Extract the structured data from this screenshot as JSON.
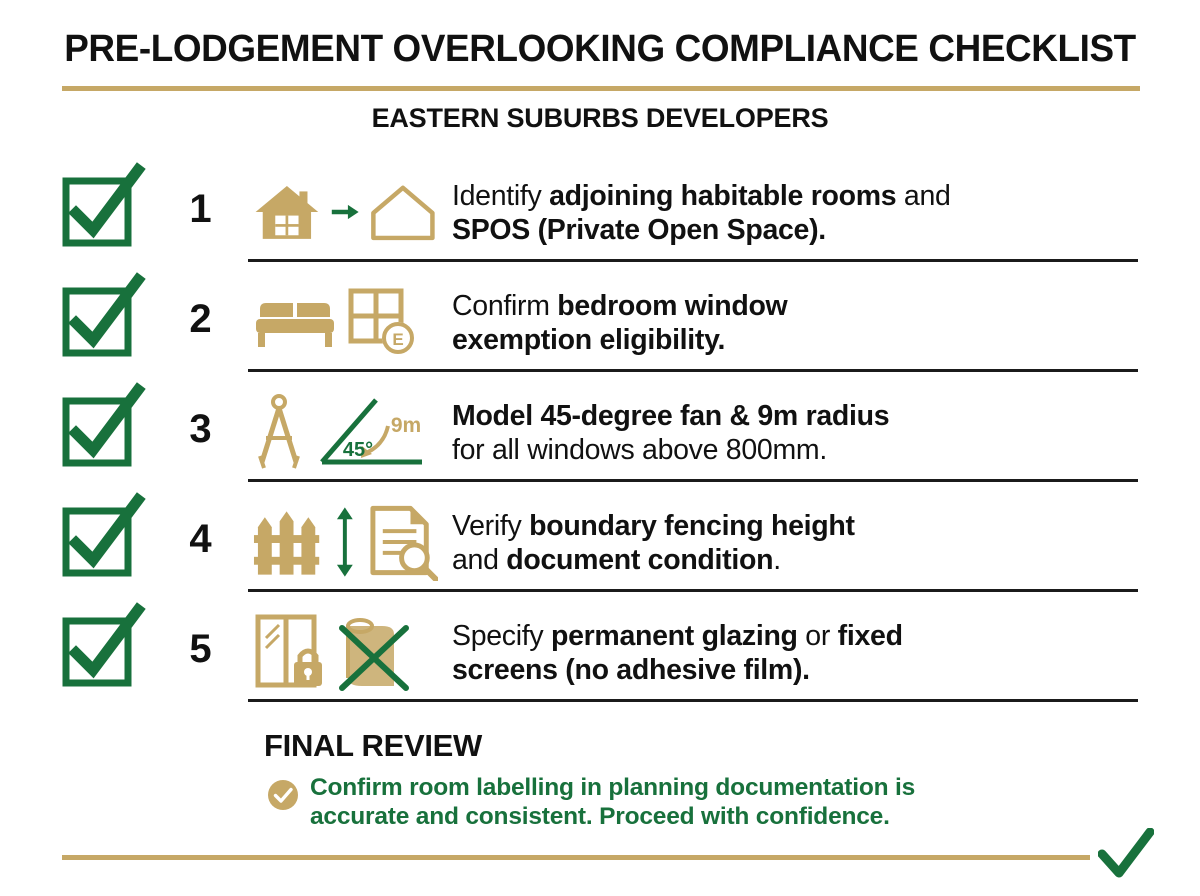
{
  "header": {
    "title": "PRE-LODGEMENT OVERLOOKING COMPLIANCE CHECKLIST",
    "subtitle": "EASTERN SUBURBS DEVELOPERS"
  },
  "colors": {
    "gold": "#c6a866",
    "green": "#18713c",
    "black": "#111111"
  },
  "rows": [
    {
      "number": "1",
      "checkbox": "checked-checkbox-icon",
      "icons": [
        "house-filled-icon",
        "arrow-right-icon",
        "house-outline-icon"
      ],
      "line1_pre": "Identify ",
      "line1_bold": "adjoining habitable rooms",
      "line1_post": " and",
      "line2_bold": "SPOS (Private Open Space).",
      "line2_post": ""
    },
    {
      "number": "2",
      "checkbox": "checked-checkbox-icon",
      "icons": [
        "bed-icon",
        "window-exemption-icon"
      ],
      "line1_pre": "Confirm ",
      "line1_bold": "bedroom window",
      "line1_post": "",
      "line2_bold": "exemption eligibility.",
      "line2_post": ""
    },
    {
      "number": "3",
      "checkbox": "checked-checkbox-icon",
      "icons": [
        "compass-divider-icon",
        "angle-45-fan-icon"
      ],
      "line1_pre": "",
      "line1_bold": "Model 45-degree fan & 9m radius",
      "line1_post": "",
      "line2_bold": "",
      "line2_post": "for all windows above 800mm."
    },
    {
      "number": "4",
      "checkbox": "checked-checkbox-icon",
      "icons": [
        "fence-icon",
        "height-arrow-icon",
        "document-search-icon"
      ],
      "line1_pre": "Verify ",
      "line1_bold": "boundary fencing height",
      "line1_post": "",
      "line2_pre": "and ",
      "line2_bold": "document condition",
      "line2_post": "."
    },
    {
      "number": "5",
      "checkbox": "checked-checkbox-icon",
      "icons": [
        "locked-glazed-door-icon",
        "film-roll-prohibited-icon"
      ],
      "line1_pre": "Specify ",
      "line1_bold": "permanent glazing",
      "line1_mid": " or ",
      "line1_bold2": "fixed",
      "line1_post": "",
      "line2_bold": "screens (no adhesive film).",
      "line2_post": ""
    }
  ],
  "final_review": {
    "heading": "FINAL REVIEW",
    "badge": "check-circle-icon",
    "line1": "Confirm room labelling in planning documentation is",
    "line2": "accurate and consistent. Proceed with confidence."
  },
  "icon_labels": {
    "angle_value": "45°",
    "radius_value": "9m",
    "window_badge": "E"
  }
}
